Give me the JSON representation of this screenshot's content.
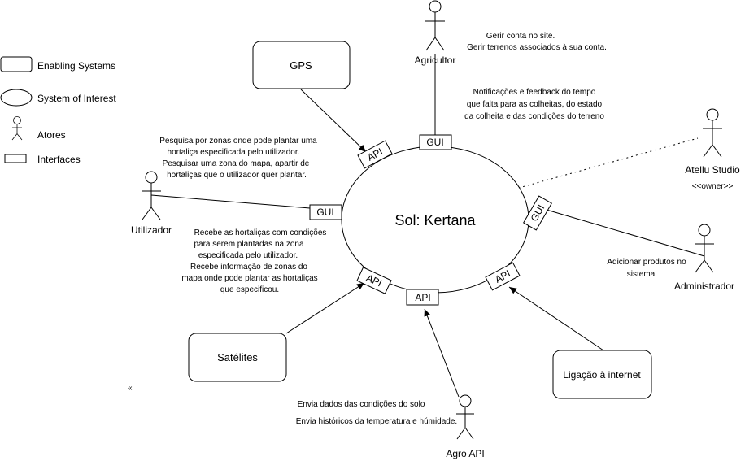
{
  "legend": {
    "enabling_systems": "Enabling Systems",
    "system_of_interest": "System of Interest",
    "actors": "Atores",
    "interfaces": "Interfaces"
  },
  "system": {
    "name": "Sol: Kertana"
  },
  "enabling_systems": {
    "gps": "GPS",
    "satellites": "Satélites",
    "internet": "Ligação à internet"
  },
  "actors": {
    "agricultor": "Agricultor",
    "utilizador": "Utilizador",
    "atellu": "Atellu Studio",
    "atellu_role": "<<owner>>",
    "administrador": "Administrador",
    "agro_api": "Agro API"
  },
  "interfaces": {
    "gui_top": "GUI",
    "gui_left": "GUI",
    "gui_right": "GUI",
    "api_gps": "API",
    "api_sat": "API",
    "api_bottom": "API",
    "api_internet": "API"
  },
  "annotations": {
    "agricultor": [
      "Gerir conta no site.",
      "Gerir terrenos associados à sua conta."
    ],
    "notificacoes": [
      "Notificações e feedback do tempo",
      "que falta para as colheitas, do estado",
      "da colheita e das condições do terreno"
    ],
    "pesquisa": [
      "Pesquisa por zonas onde pode plantar uma",
      "hortaliça especificada pelo utilizador.",
      "Pesquisar uma zona do mapa, apartir de",
      "hortaliças que o utilizador quer plantar."
    ],
    "recebe": [
      "Recebe as hortaliças com condições",
      "para serem plantadas na zona",
      "especificada pelo utilizador.",
      "Recebe informação de zonas do",
      "mapa onde pode plantar as hortaliças",
      "que especificou."
    ],
    "admin": [
      "Adicionar produtos no",
      "sistema"
    ],
    "agro_1": "Envia dados das condições do solo",
    "agro_2": "Envia históricos da temperatura e húmidade.",
    "stray": "«"
  }
}
